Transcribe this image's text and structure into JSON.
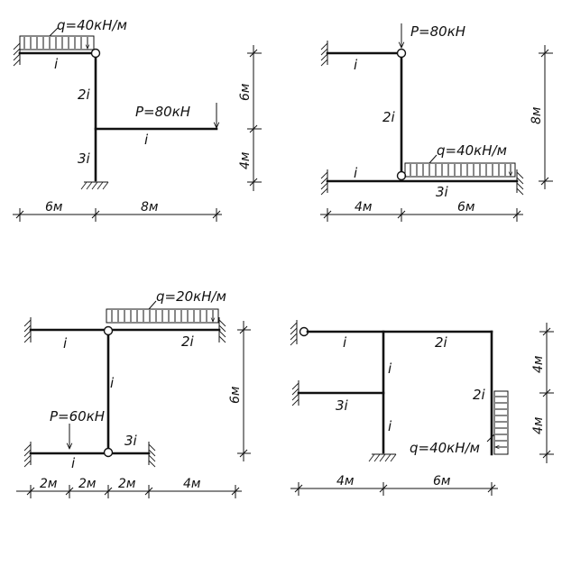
{
  "diagrams": [
    {
      "load_q": "q=40кН/м",
      "load_p": "P=80кН",
      "stiffness": [
        "i",
        "2i",
        "i",
        "3i"
      ],
      "dims_h": [
        "6м",
        "8м"
      ],
      "dims_v": [
        "6м",
        "4м"
      ]
    },
    {
      "load_p": "P=80кН",
      "load_q": "q=40кН/м",
      "stiffness": [
        "i",
        "2i",
        "i",
        "3i"
      ],
      "dims_h": [
        "4м",
        "6м"
      ],
      "dims_v": [
        "8м"
      ]
    },
    {
      "load_q": "q=20кН/м",
      "load_p": "P=60кН",
      "stiffness": [
        "i",
        "2i",
        "i",
        "3i",
        "i"
      ],
      "dims_h": [
        "2м",
        "2м",
        "2м",
        "4м"
      ],
      "dims_v": [
        "6м"
      ]
    },
    {
      "load_q": "q=40кН/м",
      "stiffness": [
        "i",
        "2i",
        "i",
        "3i",
        "2i",
        "i"
      ],
      "dims_h": [
        "4м",
        "6м"
      ],
      "dims_v": [
        "4м",
        "4м"
      ]
    }
  ]
}
